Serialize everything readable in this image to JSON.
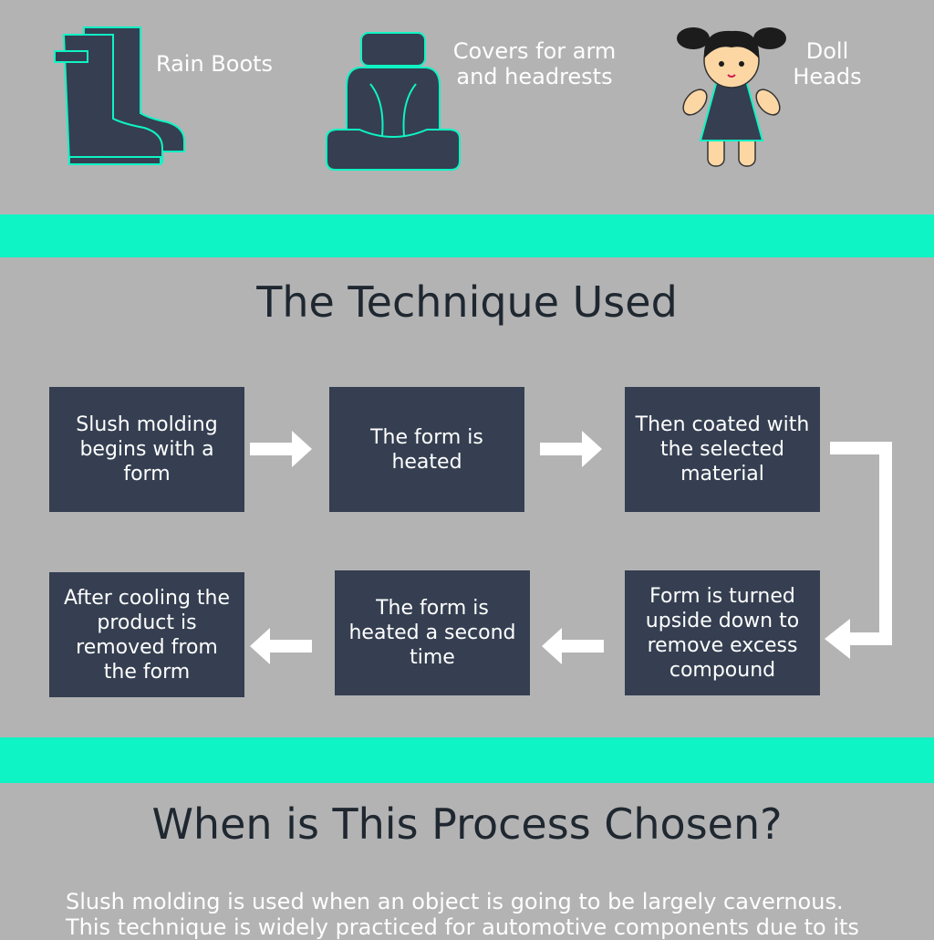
{
  "colors": {
    "background": "#b3b3b3",
    "accent": "#0ff4c4",
    "box": "#353f51",
    "icon_fill": "#353f51",
    "icon_outline": "#0ff4c4",
    "heading": "#1f2730",
    "text_light": "#ffffff"
  },
  "products": [
    {
      "label": "Rain Boots",
      "icon": "rain-boots-icon"
    },
    {
      "label": "Covers for arm\nand headrests",
      "icon": "car-seat-icon"
    },
    {
      "label": "Doll\nHeads",
      "icon": "doll-icon"
    }
  ],
  "technique": {
    "title": "The Technique Used",
    "steps": [
      "Slush molding begins with a form",
      "The form is heated",
      "Then coated with the selected material",
      "Form is turned upside down to remove excess compound",
      "The form is heated a second time",
      "After cooling the product is removed from the form"
    ]
  },
  "when": {
    "title": "When is This Process Chosen?",
    "lines": [
      "Slush molding is used when an object is going to be largely cavernous.",
      "This technique is widely practiced for automotive components due to its"
    ]
  }
}
